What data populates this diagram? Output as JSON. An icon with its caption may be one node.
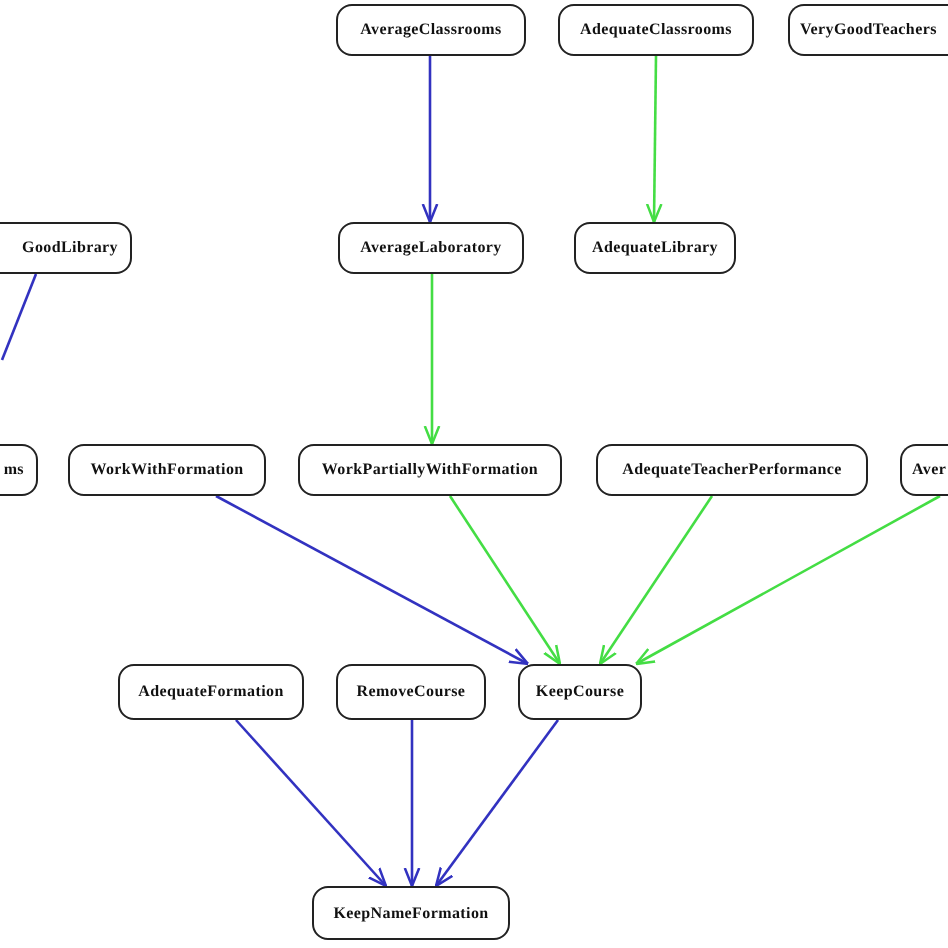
{
  "diagram": {
    "nodes": [
      {
        "text": [
          "AverageClassrooms"
        ]
      },
      {
        "text": [
          "AdequateClassrooms"
        ]
      },
      {
        "text": [
          "VeryGoodTeachers"
        ]
      },
      {
        "text": [
          "GoodLibrary"
        ]
      },
      {
        "text": [
          "AverageLaboratory"
        ]
      },
      {
        "text": [
          "AdequateLibrary"
        ]
      },
      {
        "text": [
          "ms"
        ]
      },
      {
        "text": [
          "WorkWithFormation"
        ]
      },
      {
        "text": [
          "WorkPartiallyWithFormation"
        ]
      },
      {
        "text": [
          "AdequateTeacherPerformance"
        ]
      },
      {
        "text": [
          "Aver"
        ]
      },
      {
        "text": [
          "AdequateFormation"
        ]
      },
      {
        "text": [
          "RemoveCourse"
        ]
      },
      {
        "text": [
          "KeepCourse"
        ]
      },
      {
        "text": [
          "KeepNameFormation"
        ]
      }
    ],
    "edges": [
      {
        "from": 0,
        "to": 4,
        "arrow": "to"
      },
      {
        "from": 1,
        "to": 5,
        "arrow": "to",
        "color": "#44dd44"
      },
      {
        "from": 3,
        "to": null,
        "arrow": "none"
      },
      {
        "from": 4,
        "to": 8,
        "arrow": "to",
        "color": "#44dd44"
      },
      {
        "from": 7,
        "to": 13,
        "arrow": "to"
      },
      {
        "from": 8,
        "to": 13,
        "arrow": "to",
        "color": "#44dd44"
      },
      {
        "from": 9,
        "to": 13,
        "arrow": "to",
        "color": "#44dd44"
      },
      {
        "from": 10,
        "to": 13,
        "arrow": "to",
        "color": "#44dd44"
      },
      {
        "from": 11,
        "to": 14,
        "arrow": "to"
      },
      {
        "from": 12,
        "to": 14,
        "arrow": "to"
      },
      {
        "from": 13,
        "to": 14,
        "arrow": "to"
      }
    ]
  }
}
